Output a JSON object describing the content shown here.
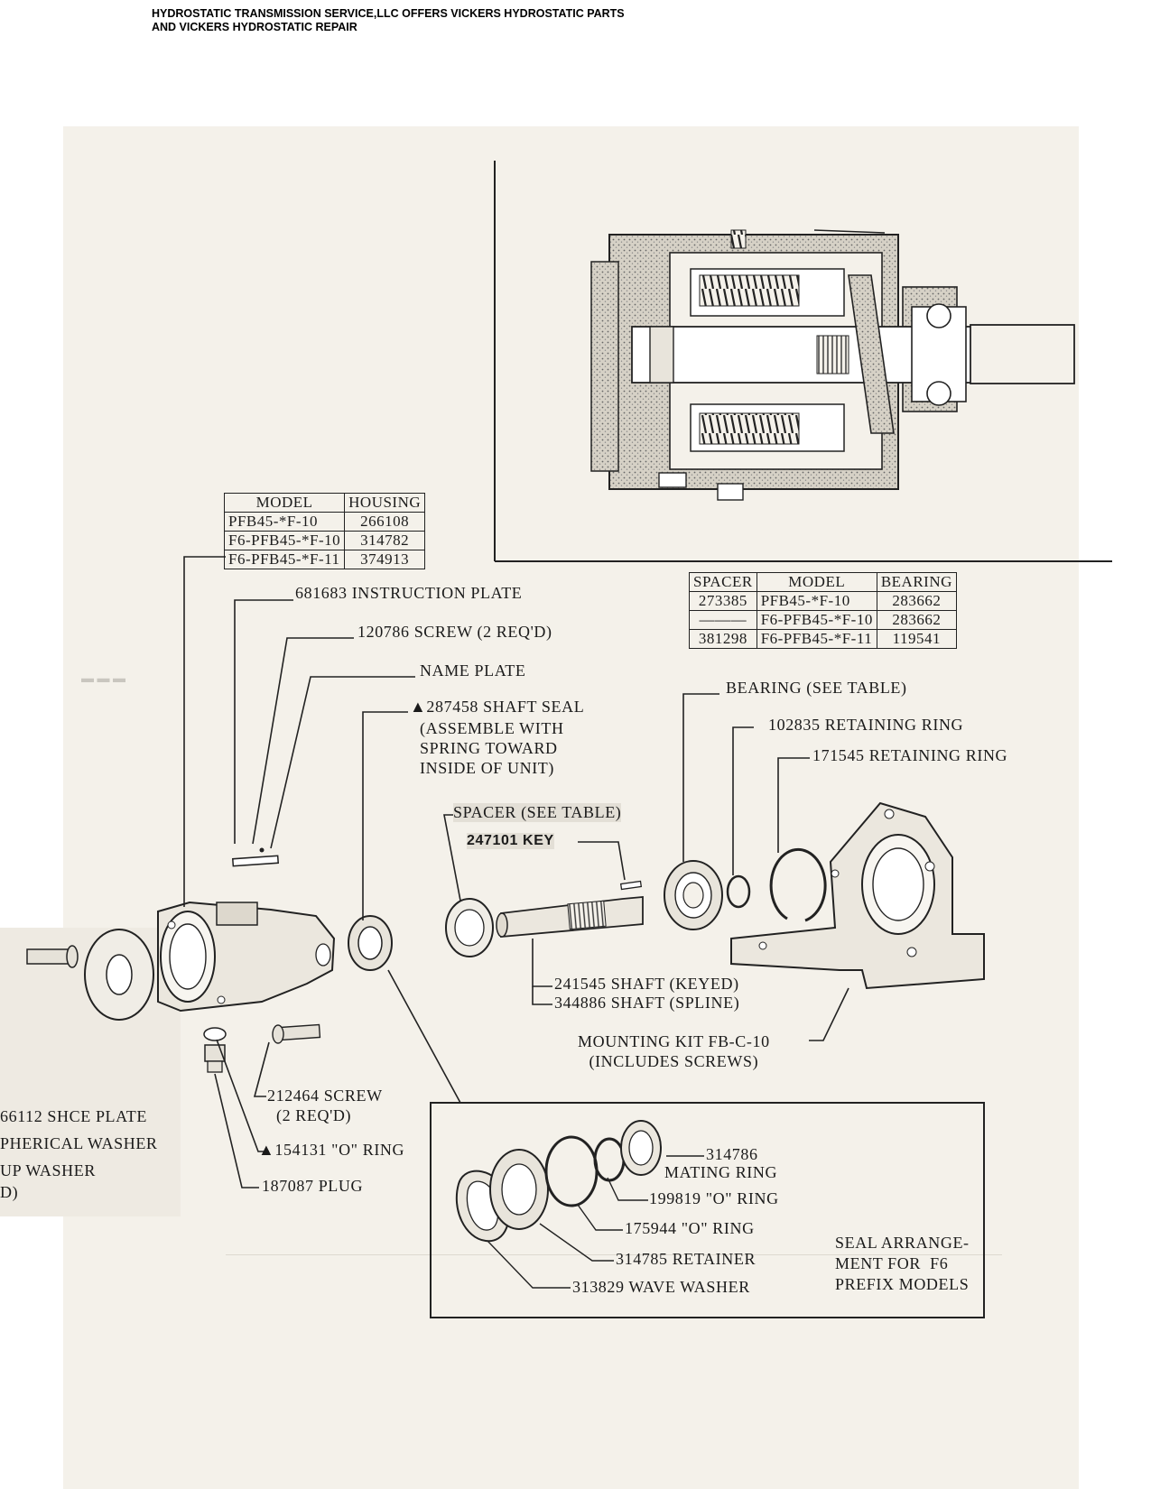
{
  "header": {
    "line1": "HYDROSTATIC TRANSMISSION SERVICE,LLC OFFERS VICKERS HYDROSTATIC PARTS",
    "line2": "AND VICKERS HYDROSTATIC REPAIR"
  },
  "housing_table": {
    "headers": [
      "MODEL",
      "HOUSING"
    ],
    "rows": [
      [
        "PFB45-*F-10",
        "266108"
      ],
      [
        "F6-PFB45-*F-10",
        "314782"
      ],
      [
        "F6-PFB45-*F-11",
        "374913"
      ]
    ]
  },
  "bearing_table": {
    "headers": [
      "SPACER",
      "MODEL",
      "BEARING"
    ],
    "rows": [
      [
        "273385",
        "PFB45-*F-10",
        "283662"
      ],
      [
        "———",
        "F6-PFB45-*F-10",
        "283662"
      ],
      [
        "381298",
        "F6-PFB45-*F-11",
        "119541"
      ]
    ]
  },
  "labels": {
    "instruction_plate": "681683 INSTRUCTION PLATE",
    "screw_120786": "120786 SCREW (2 REQ'D)",
    "name_plate": "NAME PLATE",
    "shaft_seal": "▲287458 SHAFT SEAL",
    "shaft_seal_note": [
      "(ASSEMBLE WITH",
      "SPRING TOWARD",
      "INSIDE OF UNIT)"
    ],
    "bearing": "BEARING (SEE TABLE)",
    "retaining_ring_102835": "102835 RETAINING RING",
    "retaining_ring_171545": "171545 RETAINING RING",
    "spacer": "SPACER (SEE TABLE)",
    "key": "247101 KEY",
    "shaft_keyed": "241545 SHAFT (KEYED)",
    "shaft_spline": "344886 SHAFT (SPLINE)",
    "mounting_kit": [
      "MOUNTING KIT FB-C-10",
      "(INCLUDES SCREWS)"
    ],
    "screw_212464": [
      "212464 SCREW",
      "(2 REQ'D)"
    ],
    "o_ring_154131": "▲154131 \"O\" RING",
    "plug": "187087 PLUG",
    "left_cut": [
      "66112 SHCE PLATE",
      "PHERICAL WASHER",
      "UP WASHER",
      "D)"
    ]
  },
  "seal_box": {
    "mating_ring": [
      "314786",
      "MATING RING"
    ],
    "o_ring_199819": "199819 \"O\" RING",
    "o_ring_175944": "175944 \"O\" RING",
    "retainer": "314785 RETAINER",
    "wave_washer": "313829 WAVE WASHER",
    "caption": [
      "SEAL ARRANGE-",
      "MENT FOR  F6",
      "PREFIX MODELS"
    ]
  }
}
